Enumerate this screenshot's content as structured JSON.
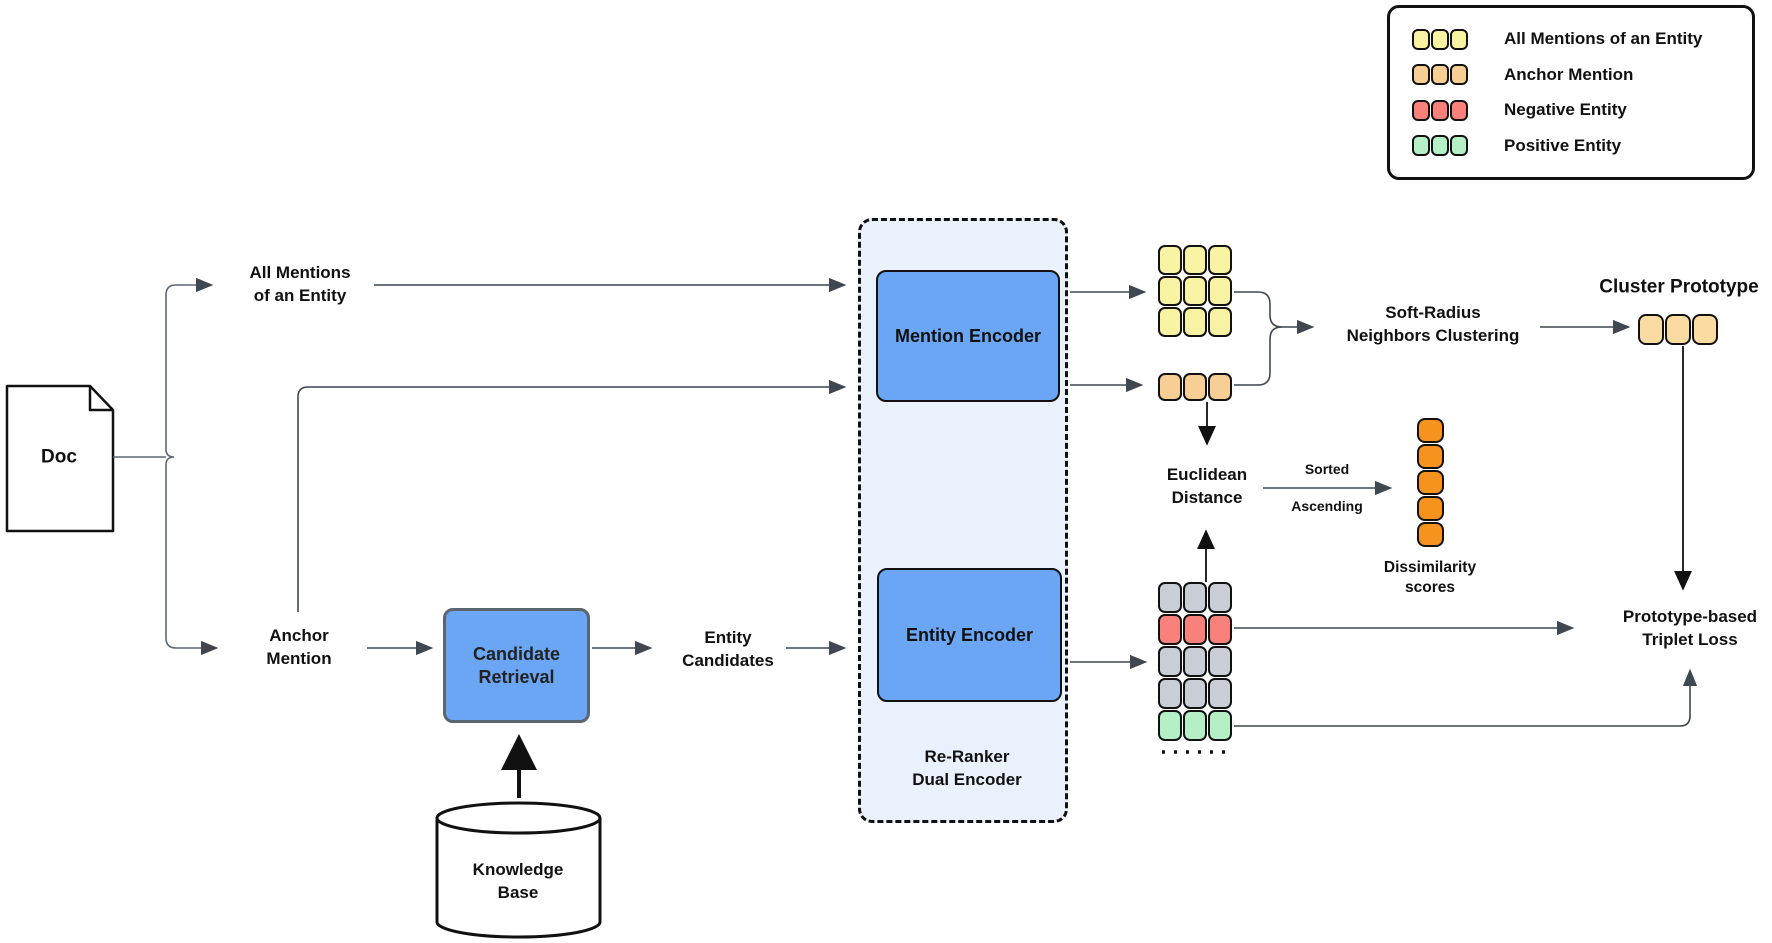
{
  "labels": {
    "doc": "Doc",
    "all_mentions_1": "All Mentions",
    "all_mentions_2": "of an Entity",
    "anchor_1": "Anchor",
    "anchor_2": "Mention",
    "candidate_1": "Candidate",
    "candidate_2": "Retrieval",
    "kb_1": "Knowledge",
    "kb_2": "Base",
    "entity_cand_1": "Entity",
    "entity_cand_2": "Candidates",
    "mention_encoder": "Mention Encoder",
    "entity_encoder": "Entity Encoder",
    "reranker_1": "Re-Ranker",
    "reranker_2": "Dual Encoder",
    "soft_radius_1": "Soft-Radius",
    "soft_radius_2": "Neighbors Clustering",
    "cluster_prototype": "Cluster Prototype",
    "euclidean_1": "Euclidean",
    "euclidean_2": "Distance",
    "sorted": "Sorted",
    "ascending": "Ascending",
    "dissimilarity_1": "Dissimilarity",
    "dissimilarity_2": "scores",
    "triplet_1": "Prototype-based",
    "triplet_2": "Triplet Loss"
  },
  "legend": {
    "items": [
      {
        "label": "All Mentions of an Entity",
        "color_key": "yellow"
      },
      {
        "label": "Anchor Mention",
        "color_key": "anchor"
      },
      {
        "label": "Negative Entity",
        "color_key": "red"
      },
      {
        "label": "Positive Entity",
        "color_key": "green"
      }
    ]
  },
  "colors": {
    "yellow": "#F8F3A2",
    "anchor": "#F7CE93",
    "red": "#F8817C",
    "green": "#B5EFC5",
    "orange": "#F6921E",
    "prototype": "#FADCA2",
    "gray": "#C9CED6",
    "encoder_blue": "#6BA6F5",
    "panel_blue": "#E9F1FC",
    "connector": "#3F4750"
  },
  "grids": {
    "mentions": [
      [
        "yellow",
        "yellow",
        "yellow"
      ],
      [
        "yellow",
        "yellow",
        "yellow"
      ],
      [
        "yellow",
        "yellow",
        "yellow"
      ]
    ],
    "anchor_row": [
      [
        "anchor",
        "anchor",
        "anchor"
      ]
    ],
    "entities": [
      [
        "gray",
        "gray",
        "gray"
      ],
      [
        "red",
        "red",
        "red"
      ],
      [
        "gray",
        "gray",
        "gray"
      ],
      [
        "gray",
        "gray",
        "gray"
      ],
      [
        "green",
        "green",
        "green"
      ]
    ],
    "prototype_row": [
      [
        "prototype",
        "prototype",
        "prototype"
      ]
    ],
    "dissimilarity_stack": [
      [
        "orange"
      ],
      [
        "orange"
      ],
      [
        "orange"
      ],
      [
        "orange"
      ],
      [
        "orange"
      ]
    ],
    "legend_yellow": [
      [
        "yellow",
        "yellow",
        "yellow"
      ]
    ],
    "legend_anchor": [
      [
        "anchor",
        "anchor",
        "anchor"
      ]
    ],
    "legend_red": [
      [
        "red",
        "red",
        "red"
      ]
    ],
    "legend_green": [
      [
        "green",
        "green",
        "green"
      ]
    ]
  }
}
